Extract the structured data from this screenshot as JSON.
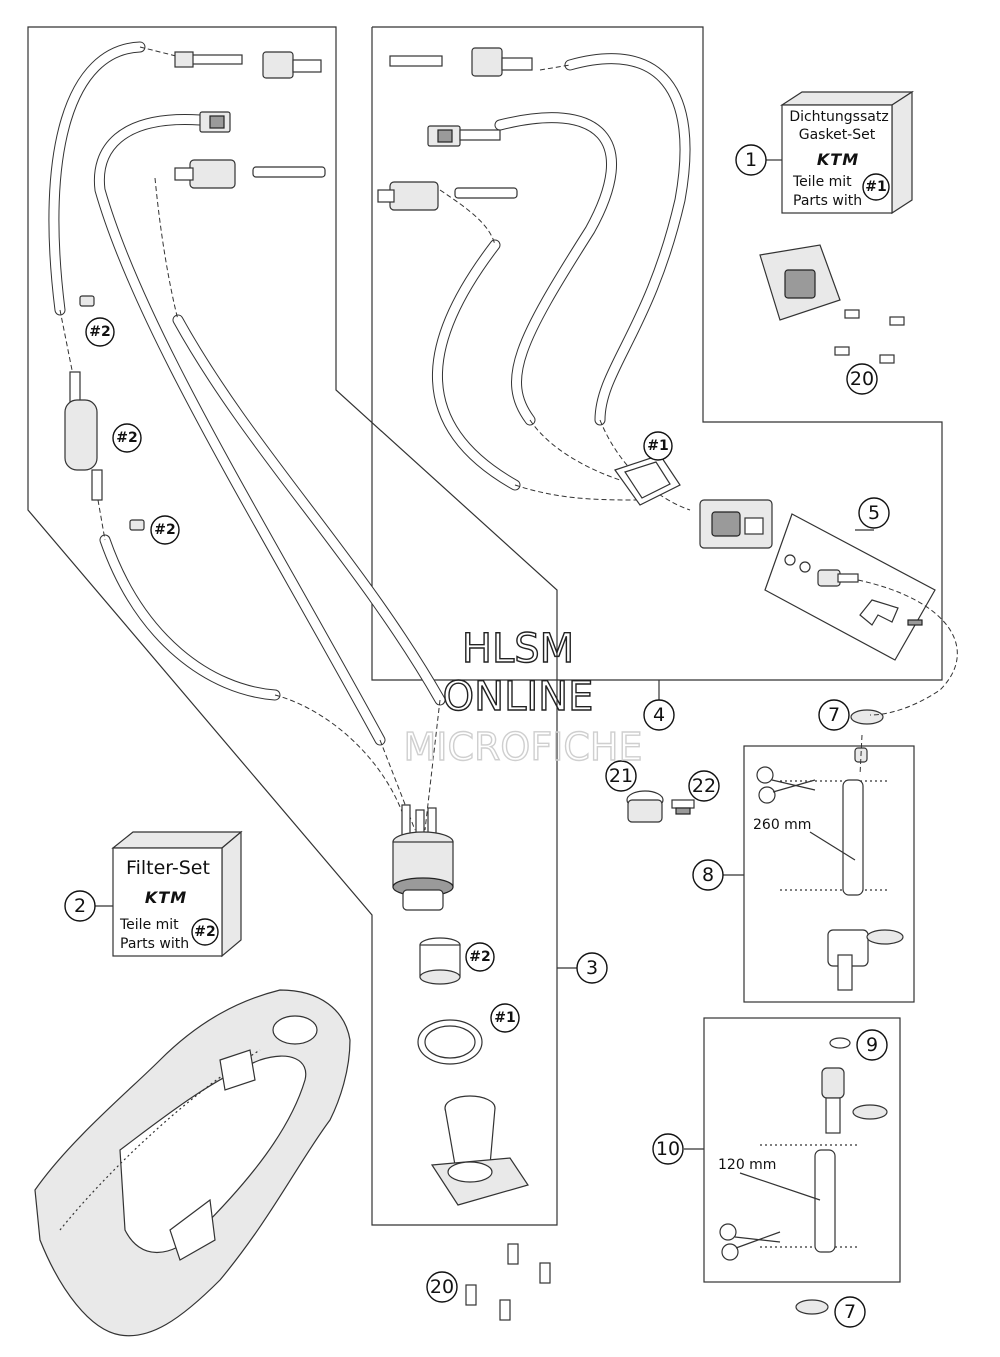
{
  "callouts": {
    "c1": "1",
    "c2": "2",
    "c3": "3",
    "c4": "4",
    "c5": "5",
    "c7a": "7",
    "c7b": "7",
    "c8": "8",
    "c9": "9",
    "c10": "10",
    "c20a": "20",
    "c20b": "20",
    "c21": "21",
    "c22": "22"
  },
  "refs": {
    "r1_box": "#1",
    "r1_gasket_top": "#1",
    "r1_gasket_bottom": "#1",
    "r2_box": "#2",
    "r2_a": "#2",
    "r2_b": "#2",
    "r2_c": "#2",
    "r2_filter": "#2"
  },
  "gasket_set_box": {
    "line1": "Dichtungssatz",
    "line2": "Gasket-Set",
    "brand": "KTM",
    "line3": "Teile mit",
    "line4": "Parts with"
  },
  "filter_set_box": {
    "title": "Filter-Set",
    "brand": "KTM",
    "line3": "Teile mit",
    "line4": "Parts with"
  },
  "dimensions": {
    "hose_260": "260 mm",
    "hose_120": "120 mm"
  },
  "watermark": {
    "line1": "HLSM",
    "line2": "ONLINE",
    "line3": "MICROFICHE"
  }
}
